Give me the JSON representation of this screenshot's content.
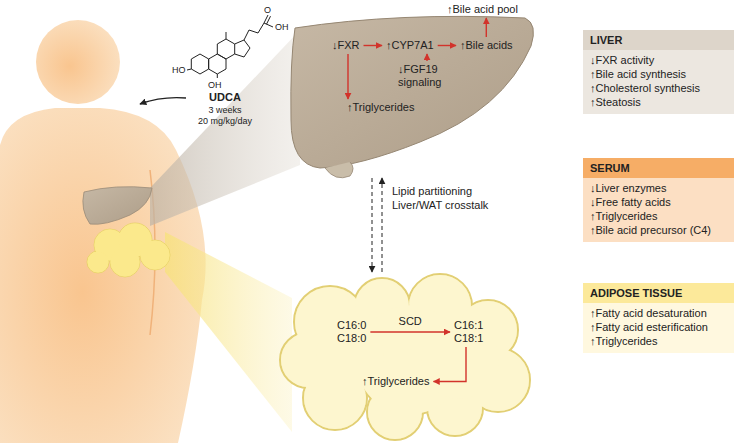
{
  "diagram": {
    "nodes": [
      {
        "text": [
          "LIVER",
          "↓FXR activity",
          "↑Bile acid synthesis",
          "↑Cholesterol synthesis",
          "↑Steatosis"
        ]
      },
      {
        "text": [
          "SERUM",
          "↓Liver enzymes",
          "↓Free fatty acids",
          "↑Triglycerides",
          "↑Bile acid precursor (C4)"
        ]
      },
      {
        "text": [
          "ADIPOSE TISSUE",
          "↑Fatty acid desaturation",
          "↑Fatty acid esterification",
          "↑Triglycerides"
        ]
      },
      {
        "text": [
          "↓FXR"
        ]
      },
      {
        "text": [
          "↑CYP7A1"
        ]
      },
      {
        "text": [
          "↑Bile acids"
        ]
      },
      {
        "text": [
          "↓FGF19 signaling"
        ]
      },
      {
        "text": [
          "↑Triglycerides"
        ]
      },
      {
        "text": [
          "↑Bile acid pool"
        ]
      },
      {
        "text": [
          "C16:0",
          "C18:0"
        ]
      },
      {
        "text": [
          "C16:1",
          "C18:1"
        ]
      },
      {
        "text": [
          "↑Triglycerides"
        ]
      }
    ],
    "edges": [
      {
        "from": 3,
        "to": 4,
        "arrow": "to"
      },
      {
        "from": 4,
        "to": 5,
        "arrow": "to"
      },
      {
        "from": 6,
        "to": 4,
        "arrow": "to"
      },
      {
        "from": 3,
        "to": 7,
        "arrow": "to"
      },
      {
        "from": 5,
        "to": 8,
        "arrow": "to"
      },
      {
        "from": 9,
        "to": 10,
        "label": "SCD",
        "arrow": "to"
      },
      {
        "from": 10,
        "to": 11,
        "arrow": "to"
      }
    ],
    "labels": [
      "O",
      "OH",
      "HO",
      "OH",
      "UDCA",
      "3 weeks",
      "20 mg/kg/day",
      "Lipid partitioning Liver/WAT crosstalk"
    ]
  }
}
